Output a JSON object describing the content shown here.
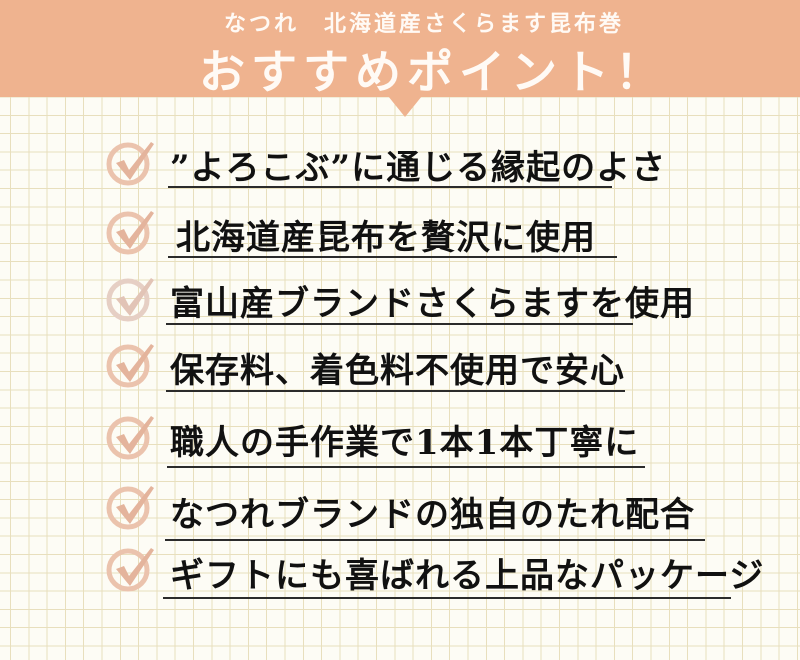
{
  "header": {
    "subtitle": "なつれ　北海道産さくらます昆布巻",
    "title": "おすすめポイント！",
    "background_color": "#EFB38F"
  },
  "points": [
    {
      "icon": "check-circle-icon",
      "text": "”よろこぶ”に通じる縁起のよさ"
    },
    {
      "icon": "check-circle-icon",
      "text": "北海道産昆布を贅沢に使用"
    },
    {
      "icon": "check-circle-icon",
      "text": "富山産ブランドさくらますを使用"
    },
    {
      "icon": "check-circle-icon",
      "text": "保存料、着色料不使用で安心"
    },
    {
      "icon": "check-circle-icon",
      "text": "職人の手作業で1本1本丁寧に"
    },
    {
      "icon": "check-circle-icon",
      "text": "なつれブランドの独自のたれ配合"
    },
    {
      "icon": "check-circle-icon",
      "text": "ギフトにも喜ばれる上品なパッケージ"
    }
  ],
  "colors": {
    "accent": "#EFB38F",
    "check_icon": "#E9BFA8",
    "grid": "#E6DCB8",
    "text": "#111111"
  }
}
